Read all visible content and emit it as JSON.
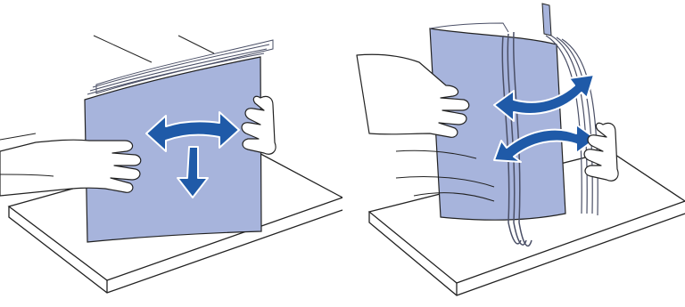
{
  "figure": {
    "panels": [
      {
        "id": "stack-flex-and-tap",
        "depicts": [
          "paper-stack",
          "flex-arrow",
          "tap-down-arrow",
          "left-hand",
          "right-hand",
          "table-surface"
        ]
      },
      {
        "id": "stack-fan",
        "depicts": [
          "paper-stack-fanned",
          "fan-arrows",
          "left-hand",
          "right-hand",
          "table-surface"
        ]
      }
    ]
  },
  "colors": {
    "paper_fill": "#a7b4dc",
    "paper_edge": "#4a4f66",
    "arrow_fill": "#1f5aa8",
    "arrow_stroke": "#ffffff",
    "outline": "#222222",
    "hand_fill": "#ffffff"
  }
}
